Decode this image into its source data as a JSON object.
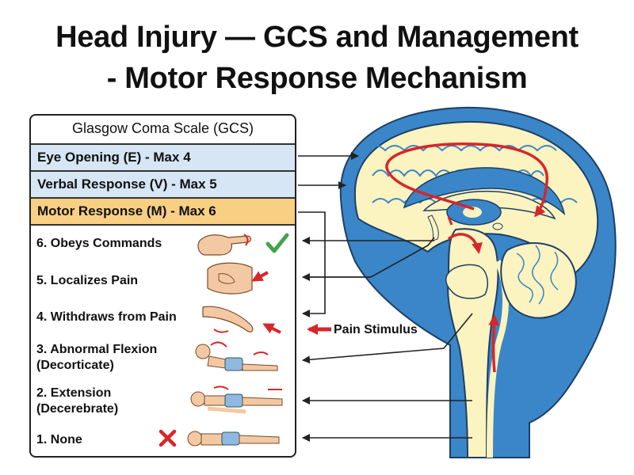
{
  "title": {
    "line1": "Head Injury — GCS and Management",
    "line2": "- Motor Response Mechanism"
  },
  "gcs": {
    "title": "Glasgow Coma Scale (GCS)",
    "eye": "Eye Opening (E) - Max 4",
    "verbal": "Verbal Response (V) - Max 5",
    "motor": "Motor Response (M) - Max 6",
    "items": [
      {
        "line1": "6. Obeys Commands",
        "line2": ""
      },
      {
        "line1": "5. Localizes Pain",
        "line2": ""
      },
      {
        "line1": "4. Withdraws from Pain",
        "line2": ""
      },
      {
        "line1": "3. Abnormal Flexion",
        "line2": "(Decorticate)"
      },
      {
        "line1": "2. Extension",
        "line2": "(Decerebrate)"
      },
      {
        "line1": "1. None",
        "line2": ""
      }
    ]
  },
  "labels": {
    "pain_stimulus": "Pain Stimulus"
  },
  "colors": {
    "band_blue": "#d6e6f4",
    "band_orange": "#f8cf83",
    "brain_blue": "#2f7fc4",
    "brain_cream": "#fbf3c0",
    "arrow_red": "#d7262b",
    "check_green": "#43a34a",
    "skin": "#f3c9a4",
    "shorts": "#8fb9e0"
  }
}
